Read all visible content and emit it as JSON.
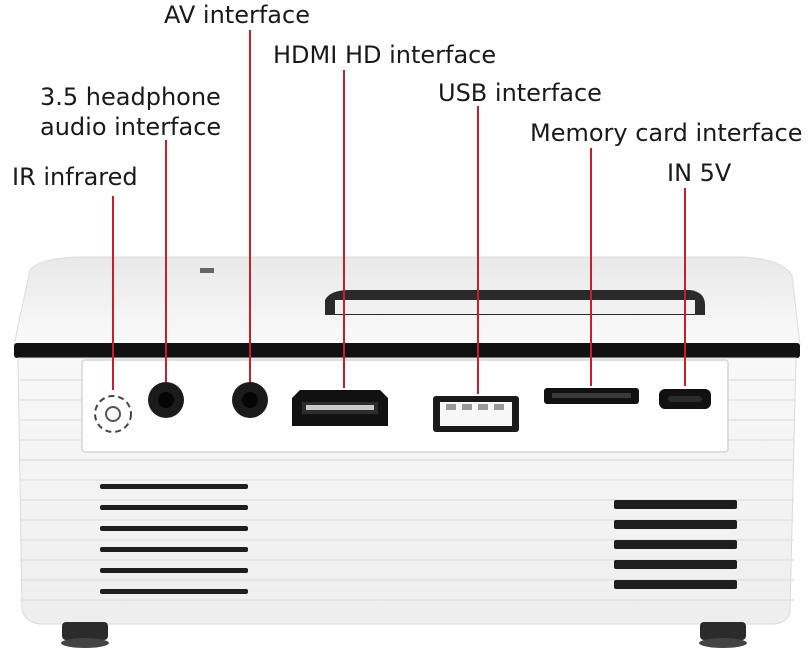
{
  "labels": {
    "av": "AV interface",
    "hdmi": "HDMI HD interface",
    "headphone_line1": "3.5 headphone",
    "headphone_line2": "audio interface",
    "usb": "USB interface",
    "memory_card": "Memory card interface",
    "ir": "IR infrared",
    "power": "IN 5V"
  },
  "colors": {
    "leader": "#c8202a",
    "body": "#f4f4f4",
    "band": "#111111"
  }
}
